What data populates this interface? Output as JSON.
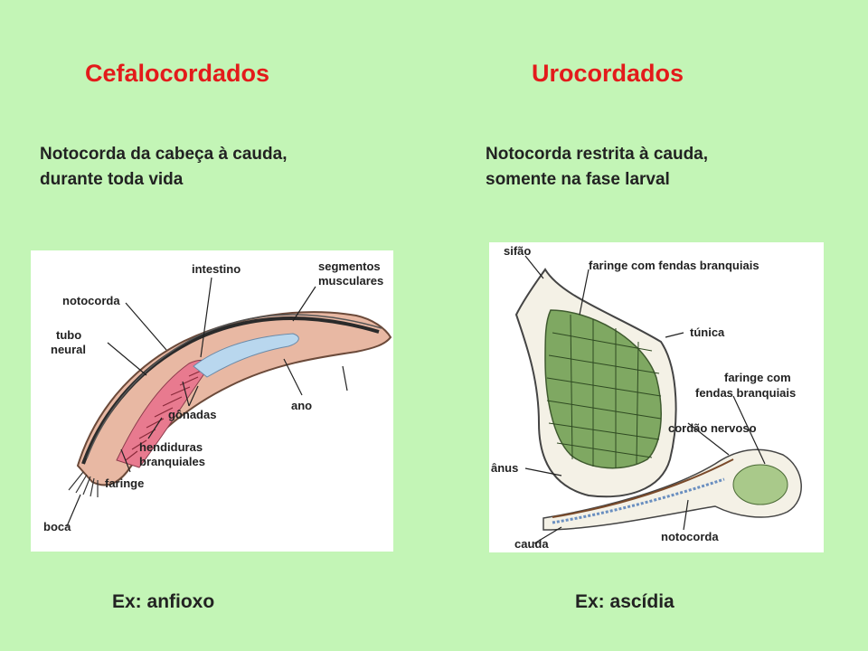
{
  "left": {
    "heading": "Cefalocordados",
    "description_lines": [
      "Notocorda da cabeça à cauda,",
      "durante toda vida"
    ],
    "labels": {
      "intestino": "intestino",
      "segmentos": [
        "segmentos",
        "musculares"
      ],
      "notocorda": "notocorda",
      "tubo_neural": [
        "tubo",
        "neural"
      ],
      "gonadas": "gônadas",
      "ano": "ano",
      "hendiduras": [
        "hendiduras",
        "branquiales"
      ],
      "faringe": "faringe",
      "boca": "boca"
    },
    "example": "Ex: anfioxo"
  },
  "right": {
    "heading": "Urocordados",
    "description_lines": [
      "Notocorda restrita à cauda,",
      "somente na fase larval"
    ],
    "labels": {
      "sifao": "sifão",
      "faringe_fendas": "faringe com fendas branquiais",
      "tunica": "túnica",
      "faringe_com": [
        "faringe com",
        "fendas branquiais"
      ],
      "cordao": "cordão nervoso",
      "anus": "ânus",
      "cauda": "cauda",
      "notocorda": "notocorda"
    },
    "example": "Ex: ascídia"
  },
  "colors": {
    "background": "#c3f5b6",
    "heading": "#e31b1b",
    "body_skin": "#e8b8a3",
    "pharynx_green": "#7fa862"
  }
}
